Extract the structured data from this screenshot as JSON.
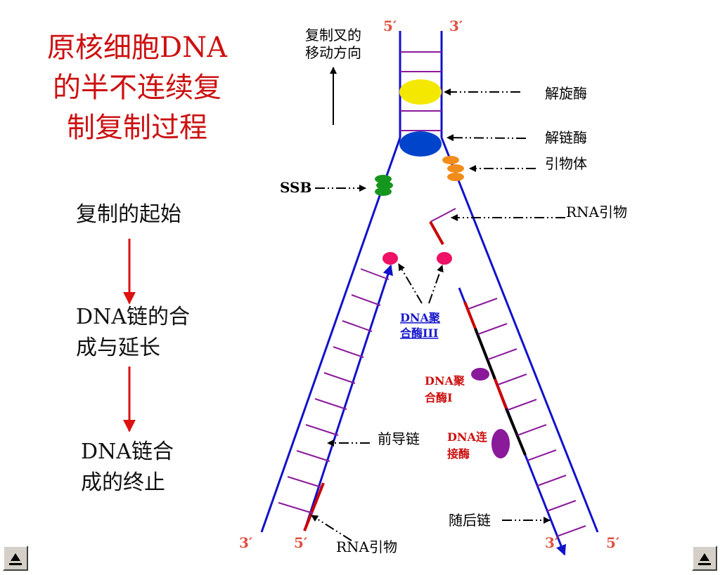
{
  "title": {
    "lines": [
      "原核细胞DNA",
      "的半不连续复",
      "制复制过程"
    ]
  },
  "steps": {
    "initiation": [
      "复制的起始"
    ],
    "elongation": [
      "DNA链的合",
      "成与延长"
    ],
    "termination": [
      "DNA链合",
      "成的终止"
    ]
  },
  "labels": {
    "fork_direction": [
      "复制叉的",
      "移动方向"
    ],
    "helicase": "解旋酶",
    "unchaining_enzyme": "解链酶",
    "primosome": "引物体",
    "ssb": "SSB",
    "rna_primer_top": "RNA引物",
    "pol3": [
      "DNA聚",
      "合酶III"
    ],
    "pol1": [
      "DNA聚",
      "合酶I"
    ],
    "ligase": [
      "DNA连",
      "接酶"
    ],
    "leading_strand": "前导链",
    "lagging_strand": "随后链",
    "rna_primer_bottom": "RNA引物"
  },
  "ends": {
    "top_left": "5′",
    "top_right": "3′",
    "bottom_left_outer": "3′",
    "bottom_left_inner": "5′",
    "bottom_right_inner": "3′",
    "bottom_right_outer": "5′"
  },
  "colors": {
    "title": "#cc1111",
    "strand": "#1111cc",
    "rung": "#8a1a9a",
    "primer": "#cc0000",
    "helicase": "#f4e800",
    "unchaining_enzyme": "#0044cc",
    "primosome": "#f08c1a",
    "ssb": "#15961e",
    "pol3": "#ee1166",
    "pol1_ligase": "#8a1a9a",
    "end_label": "#e05040",
    "pol3_label": "#1a1acc",
    "pol1_ligase_label": "#cc1111"
  },
  "icons": {
    "nav_left": "triangle-up-icon",
    "nav_right": "triangle-up-icon"
  }
}
